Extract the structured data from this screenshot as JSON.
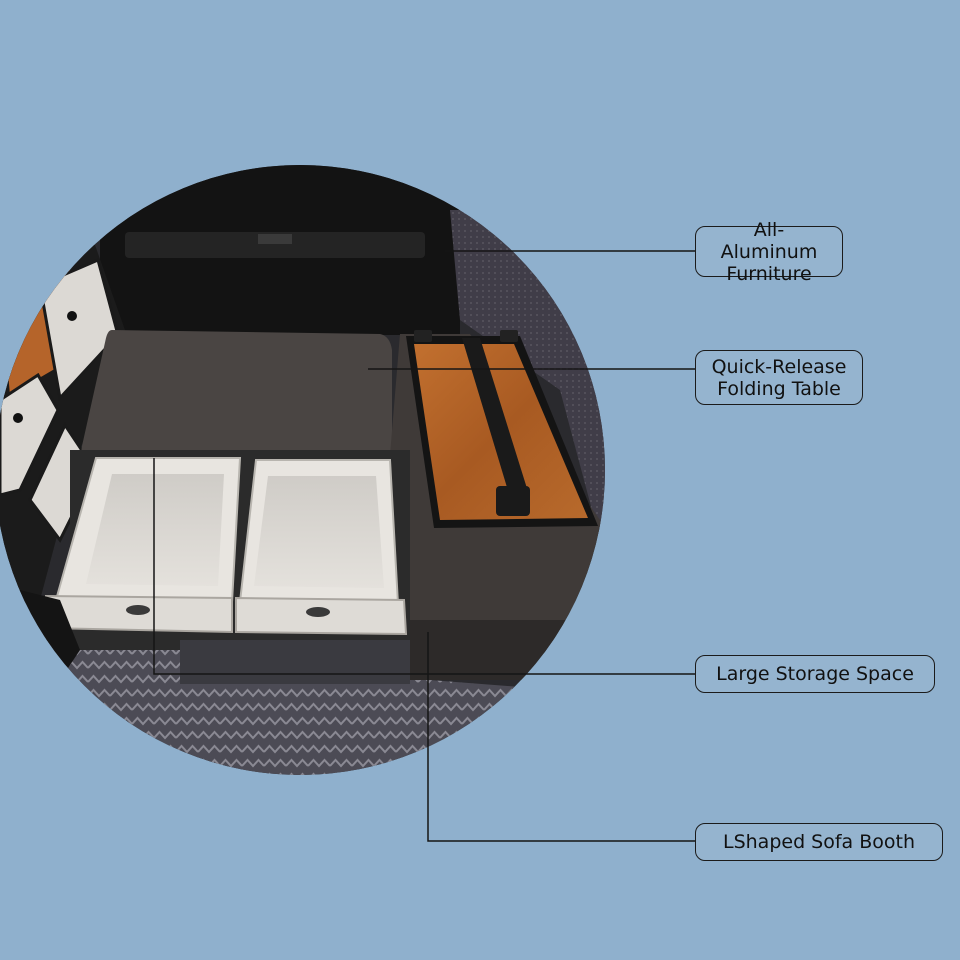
{
  "background_color": "#8fb0cd",
  "photo": {
    "subject": "van interior with seat cushion, drawers and wood-top table",
    "colors": {
      "seat": "#4a4543",
      "wall": "#121212",
      "wood": "#b5642a",
      "drawer": "#dcd9d4",
      "carpet": "#4c4b55"
    }
  },
  "callouts": {
    "aluminum": "All-Aluminum\nFurniture",
    "table": "Quick-Release\nFolding Table",
    "storage": "Large Storage Space",
    "sofa": "LShaped Sofa Booth"
  }
}
